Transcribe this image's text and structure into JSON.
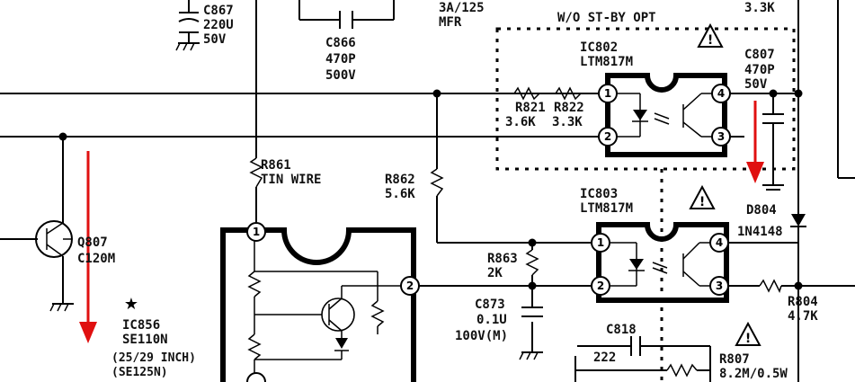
{
  "colors": {
    "wire": "#000000",
    "arrow": "#e01010",
    "background": "#ffffff"
  },
  "icons": [
    "warning-triangle-icon",
    "star-icon",
    "ground-symbol-icon"
  ],
  "labels": {
    "c867": "C867",
    "c867_val1": "220U",
    "c867_val2": "50V",
    "c866": "C866",
    "c866_val1": "470P",
    "c866_val2": "500V",
    "fuse1": "3A/125",
    "fuse2": "MFR",
    "standby_opt": "W/O ST-BY OPT",
    "r_top_right": "3.3K",
    "ic802": "IC802",
    "ic802_type": "LTM817M",
    "ic803": "IC803",
    "ic803_type": "LTM817M",
    "r821": "R821",
    "r821_val": "3.6K",
    "r822": "R822",
    "r822_val": "3.3K",
    "c807": "C807",
    "c807_val1": "470P",
    "c807_val2": "50V",
    "d804": "D804",
    "d804_type": "1N4148",
    "r861": "R861",
    "r861_val": "TIN WIRE",
    "r862": "R862",
    "r862_val": "5.6K",
    "r863": "R863",
    "r863_val": "2K",
    "c873": "C873",
    "c873_val1": "0.1U",
    "c873_val2": "100V(M)",
    "c818": "C818",
    "c818_val": "222",
    "r807": "R807",
    "r807_val": "8.2M/0.5W",
    "r804": "R804",
    "r804_val": "4.7K",
    "q807": "Q807",
    "q807_type": "C120M",
    "ic856": "IC856",
    "ic856_type": "SE110N",
    "ic856_note1": "(25/29 INCH)",
    "ic856_note2": "(SE125N)"
  },
  "pins": {
    "p1": "1",
    "p2": "2",
    "p3": "3",
    "p4": "4"
  }
}
